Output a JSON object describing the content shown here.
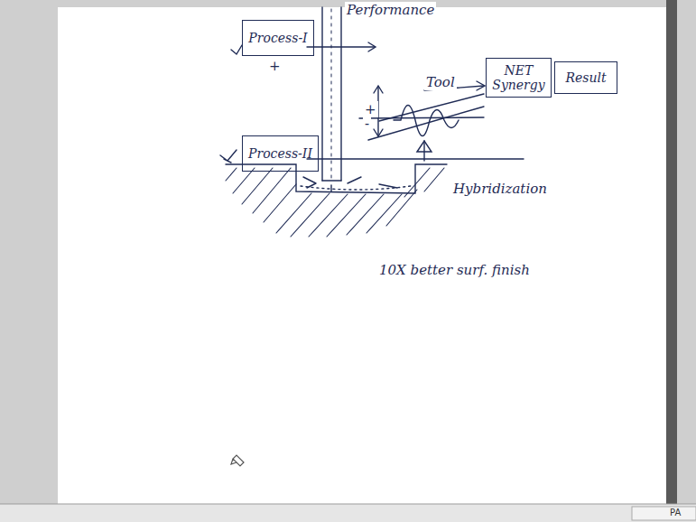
{
  "diagram": {
    "nodes": [
      {
        "text": [
          "Process-I"
        ]
      },
      {
        "text": [
          "Process-II"
        ]
      },
      {
        "text": [
          "NET",
          "Synergy"
        ]
      },
      {
        "text": [
          "Result"
        ]
      }
    ],
    "labels": [
      "+",
      "Performance",
      "Tool",
      "Hybridization",
      "10X better surf. finish",
      "+",
      "-",
      "PA"
    ]
  }
}
